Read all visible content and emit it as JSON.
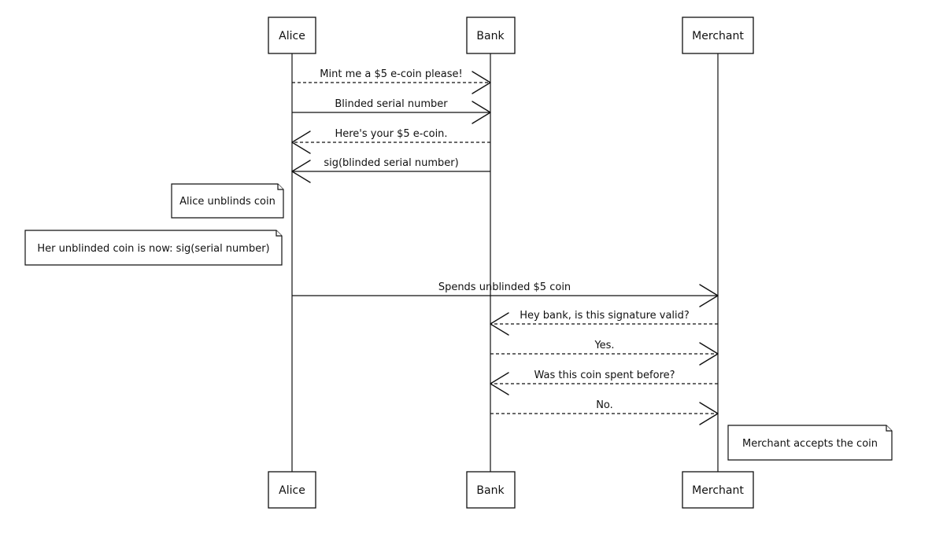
{
  "actors": [
    {
      "id": "alice",
      "name": "Alice"
    },
    {
      "id": "bank",
      "name": "Bank"
    },
    {
      "id": "merchant",
      "name": "Merchant"
    }
  ],
  "messages": [
    {
      "from": "alice",
      "to": "bank",
      "label": "Mint me a $5 e-coin please!",
      "style": "dashed"
    },
    {
      "from": "alice",
      "to": "bank",
      "label": "Blinded serial number",
      "style": "solid"
    },
    {
      "from": "bank",
      "to": "alice",
      "label": "Here's your $5 e-coin.",
      "style": "dashed"
    },
    {
      "from": "bank",
      "to": "alice",
      "label": "sig(blinded serial number)",
      "style": "solid"
    },
    {
      "from": "alice",
      "to": "merchant",
      "label": "Spends unblinded $5 coin",
      "style": "solid"
    },
    {
      "from": "merchant",
      "to": "bank",
      "label": "Hey bank, is this signature valid?",
      "style": "dashed"
    },
    {
      "from": "bank",
      "to": "merchant",
      "label": "Yes.",
      "style": "dashed"
    },
    {
      "from": "merchant",
      "to": "bank",
      "label": "Was this coin spent before?",
      "style": "dashed"
    },
    {
      "from": "bank",
      "to": "merchant",
      "label": "No.",
      "style": "dashed"
    }
  ],
  "notes": [
    {
      "actor": "alice",
      "text": "Alice unblinds coin"
    },
    {
      "actor": "alice",
      "text": "Her unblinded coin is now: sig(serial number)"
    },
    {
      "actor": "merchant",
      "text": "Merchant accepts the coin"
    }
  ]
}
